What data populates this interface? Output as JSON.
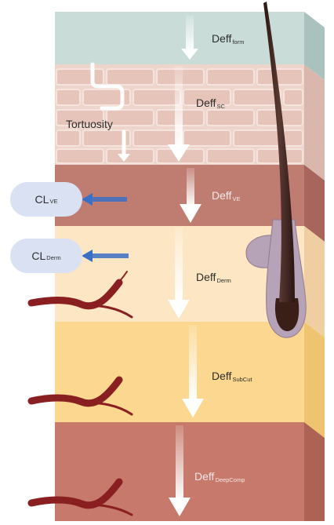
{
  "layers": [
    {
      "id": "formulation",
      "color": "#c9dcd8",
      "side": "#a9c2bd",
      "label_main": "Deff",
      "label_sub": "form"
    },
    {
      "id": "stratum-corneum",
      "color": "#edd5cc",
      "side": "#d9b7ad",
      "label_main": "Deff",
      "label_sub": "SC"
    },
    {
      "id": "viable-epidermis",
      "color": "#bf7d72",
      "side": "#a8655b",
      "label_main": "Deff",
      "label_sub": "VE"
    },
    {
      "id": "dermis",
      "color": "#fde6c3",
      "side": "#efcfa1",
      "label_main": "Deff",
      "label_sub": "Derm"
    },
    {
      "id": "subcutaneous",
      "color": "#fbd78f",
      "side": "#efc470",
      "label_main": "Deff",
      "label_sub": "SubCut"
    },
    {
      "id": "deep-compartment",
      "color": "#c77a6b",
      "side": "#ad6354",
      "label_main": "Deff",
      "label_sub": "DeepComp"
    }
  ],
  "tortuosity": "Tortuosity",
  "clearance": [
    {
      "id": "ve",
      "label_main": "CL",
      "label_sub": "VE"
    },
    {
      "id": "derm",
      "label_main": "CL",
      "label_sub": "Derm"
    }
  ],
  "colors": {
    "arrow": "#ffffff",
    "clearance_arrow": "#3b6fc4",
    "clearance_bubble": "#d9e1f2",
    "hair": "#4a2a22",
    "gland": "#b7a3b8",
    "vessel": "#8a1f22",
    "brick_mortar": "#f5e4de"
  }
}
